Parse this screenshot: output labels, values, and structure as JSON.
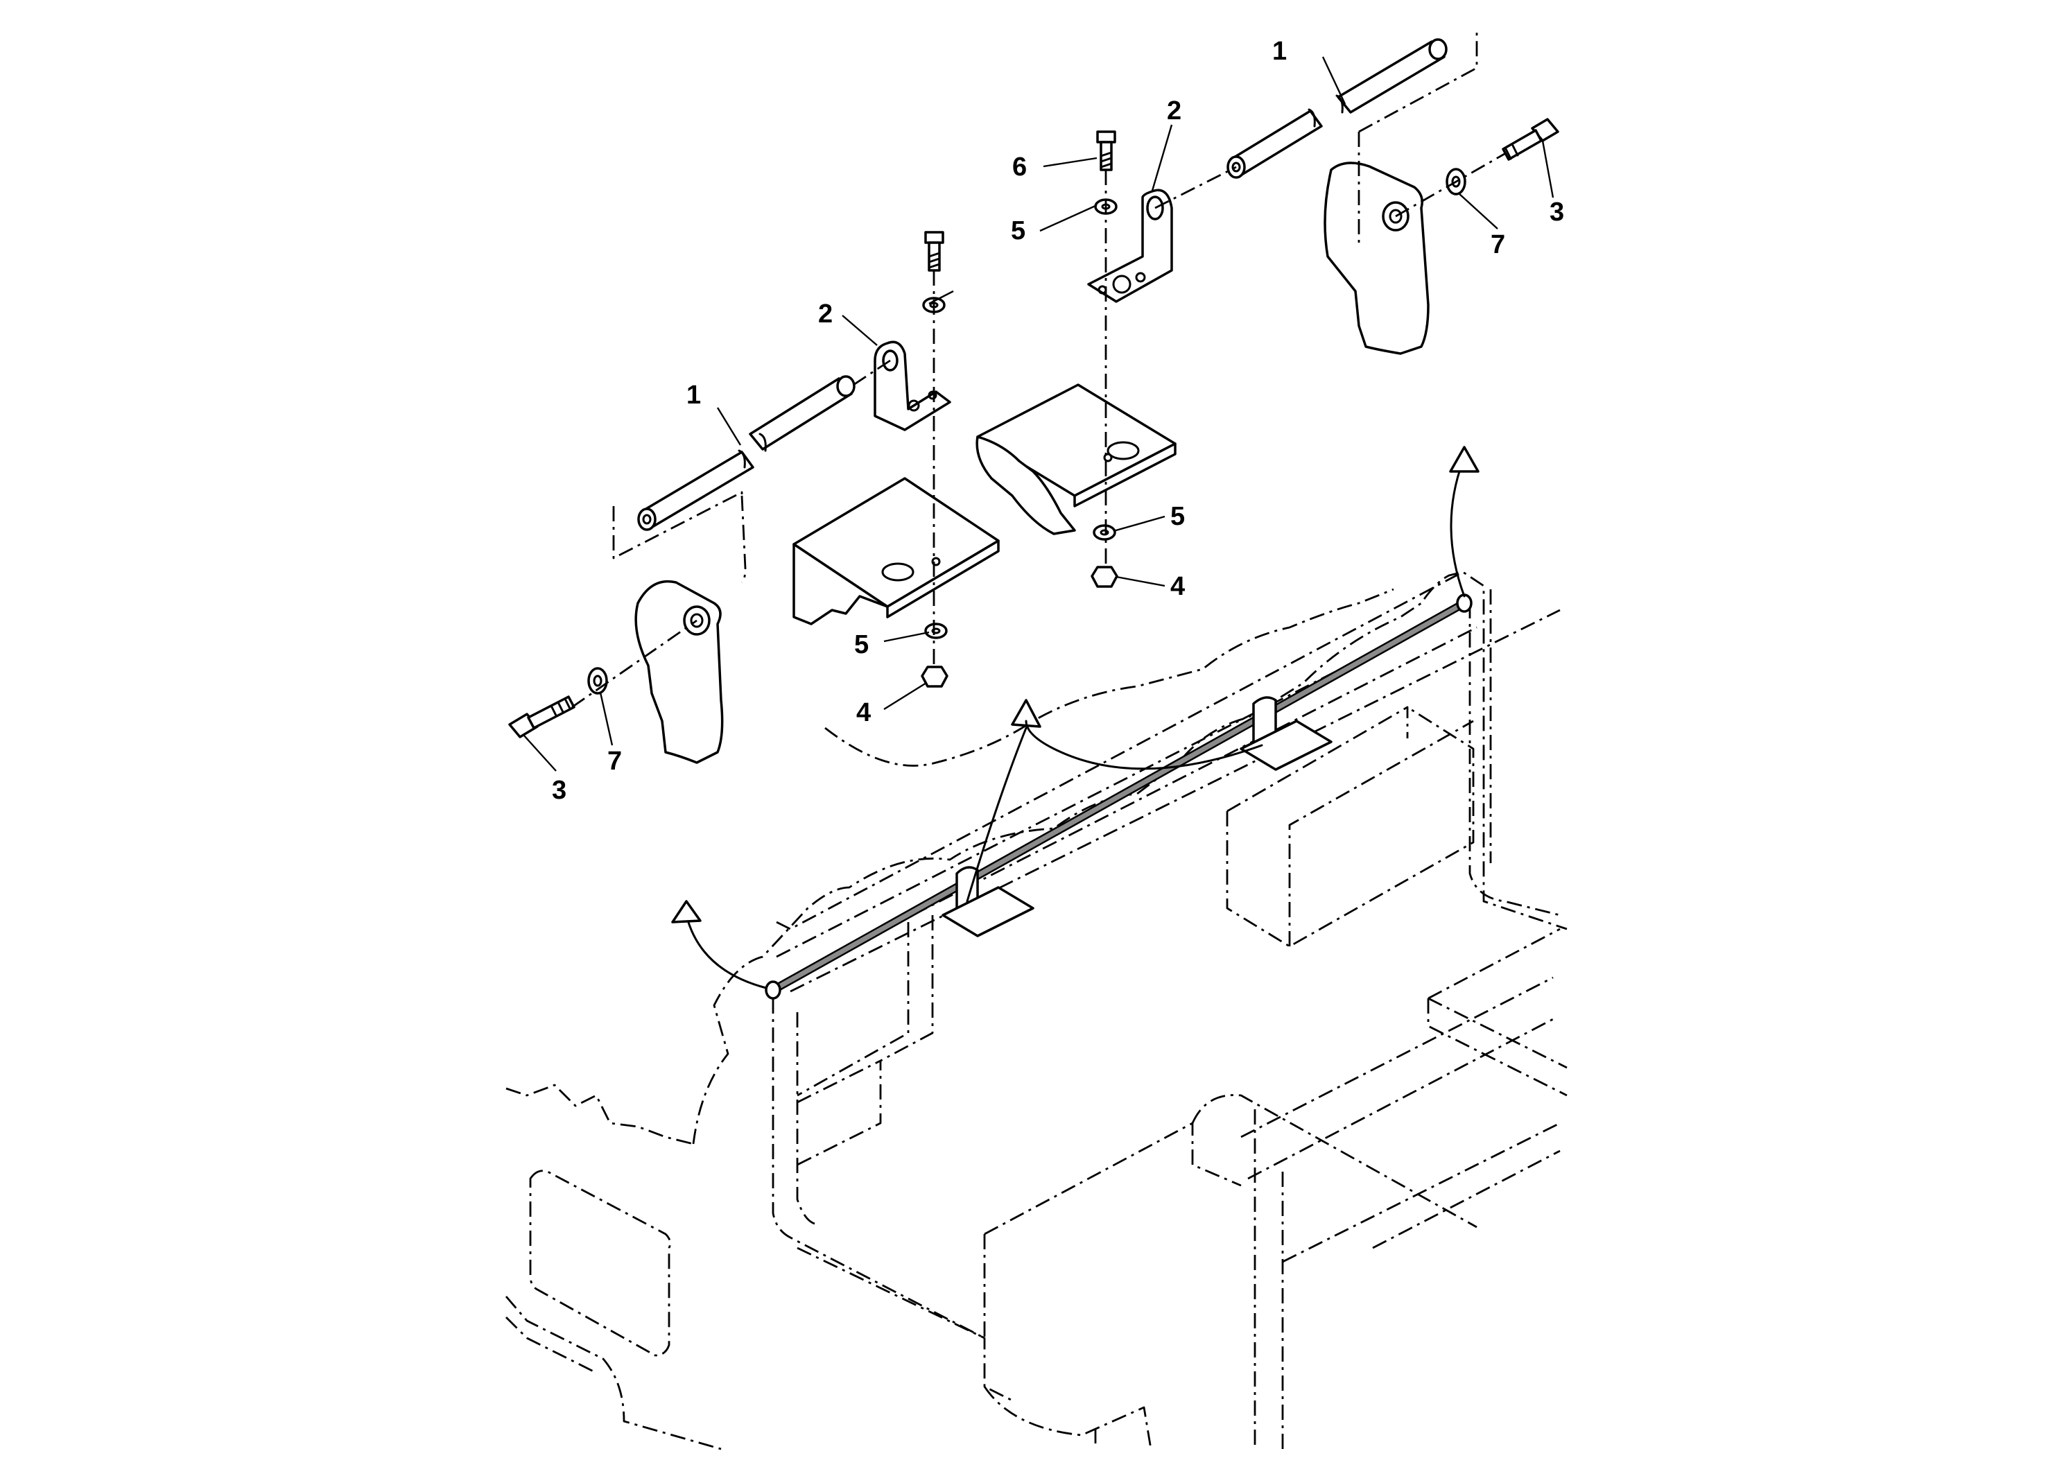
{
  "figure": {
    "callouts": {
      "c1a": "1",
      "c1b": "1",
      "c2a": "2",
      "c2b": "2",
      "c3a": "3",
      "c3b": "3",
      "c4a": "4",
      "c4b": "4",
      "c5a": "5",
      "c5b": "5",
      "c5c": "5",
      "c6": "6",
      "c7a": "7",
      "c7b": "7"
    }
  }
}
